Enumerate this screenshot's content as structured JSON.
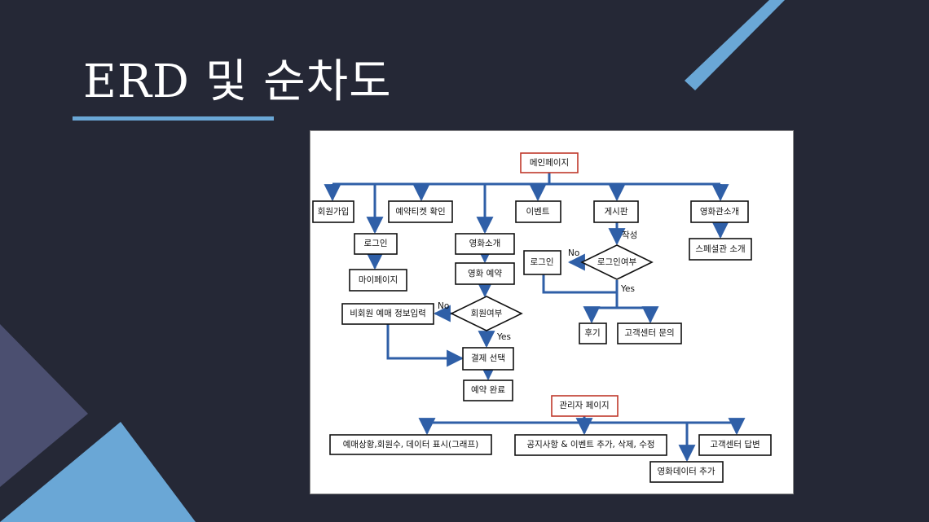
{
  "slide": {
    "title": "ERD 및 순차도"
  },
  "colors": {
    "background": "#252836",
    "accent": "#6aa7d6",
    "flow_line": "#2f5fa7",
    "root_border": "#c0392b"
  },
  "flowchart": {
    "nodes": {
      "main_page": "메인페이지",
      "signup": "회원가입",
      "ticket_check": "예약티켓 확인",
      "event": "이벤트",
      "board": "게시판",
      "cinema_intro": "영화관소개",
      "login": "로그인",
      "movie_intro": "영화소개",
      "special_hall": "스페셜관 소개",
      "login_check": "로그인여부",
      "login_board": "로그인",
      "mypage": "마이페이지",
      "movie_booking": "영화 예약",
      "member_check": "회원여부",
      "nonmember_info": "비회원 예매 정보입력",
      "review": "후기",
      "support_inquiry": "고객센터 문의",
      "payment": "결제 선택",
      "booking_done": "예약 완료",
      "admin_page": "관리자 페이지",
      "stats": "예매상황,회원수, 데이터 표시(그래프)",
      "notice_event": "공지사항 & 이벤트 추가, 삭제, 수정",
      "support_answer": "고객센터 답변",
      "movie_data_add": "영화데이터 추가"
    },
    "edge_labels": {
      "write": "작성",
      "no_board": "No",
      "yes_board": "Yes",
      "no_member": "No",
      "yes_member": "Yes"
    }
  }
}
